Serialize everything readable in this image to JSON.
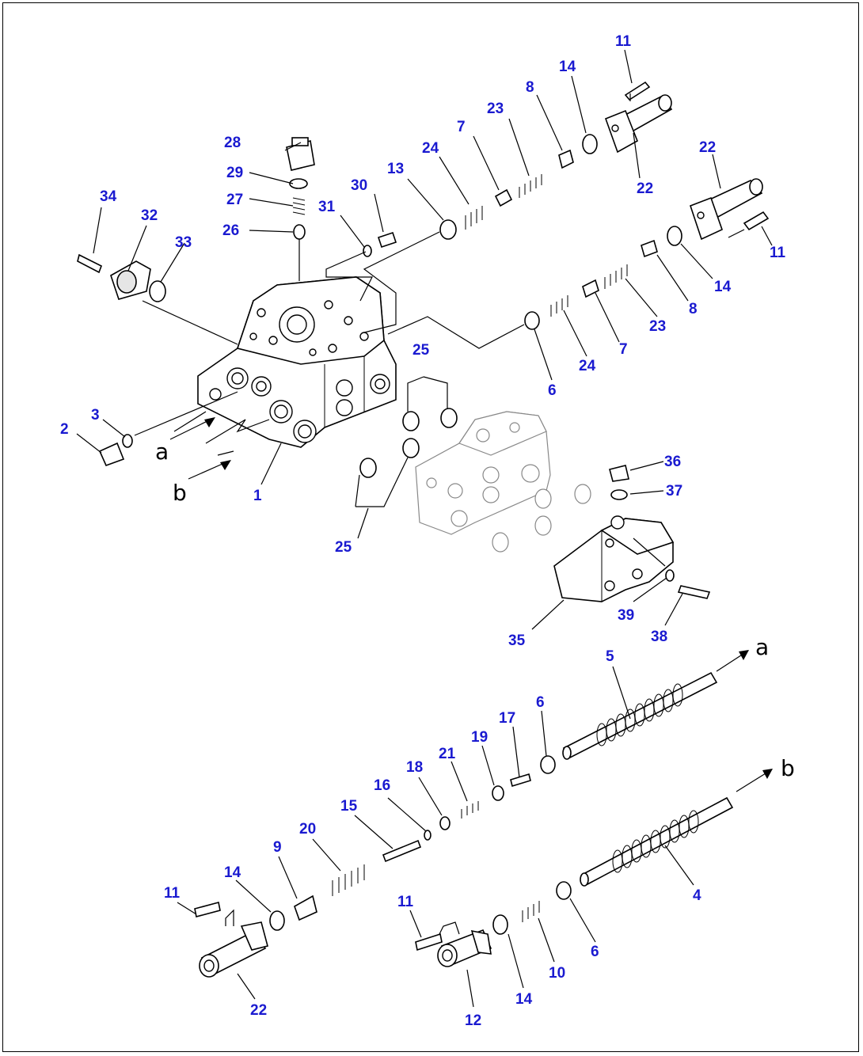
{
  "flow_markers": [
    "a",
    "b"
  ],
  "callouts": [
    "1",
    "2",
    "3",
    "4",
    "5",
    "6",
    "7",
    "8",
    "9",
    "10",
    "11",
    "12",
    "13",
    "14",
    "15",
    "16",
    "17",
    "18",
    "19",
    "20",
    "21",
    "22",
    "23",
    "24",
    "25",
    "26",
    "27",
    "28",
    "29",
    "30",
    "31",
    "32",
    "33",
    "34",
    "35",
    "36",
    "37",
    "38",
    "39"
  ],
  "colors": {
    "callout_text": "#1a1ad0",
    "line": "#000000",
    "background": "#ffffff"
  }
}
